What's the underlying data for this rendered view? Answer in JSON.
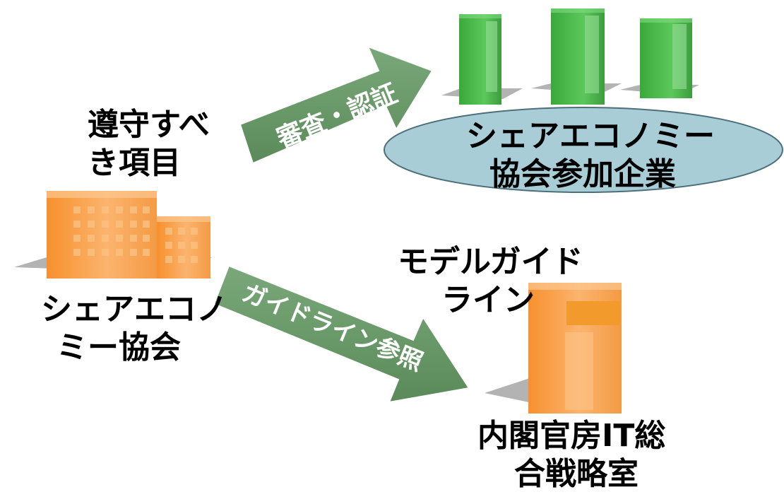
{
  "colors": {
    "green_building": "#4cb84c",
    "orange_building": "#f7a04a",
    "arrow_fill": "#6a9a6a",
    "ellipse_fill": "#a9cdd6",
    "ellipse_stroke": "#4c6f7a",
    "shadow": "#b3b3b3"
  },
  "icons": {
    "participant_buildings": "office-building-icon",
    "association_building": "office-building-icon",
    "cabinet_building": "office-tower-icon"
  },
  "texts": {
    "compliance_items": [
      "遵守すべ",
      "き項目"
    ],
    "association": [
      "シェアエコノ",
      "ミー協会"
    ],
    "participants": [
      "シェアエコノミー",
      "協会参加企業"
    ],
    "model_guideline": [
      "モデルガイド",
      "ライン"
    ],
    "cabinet_office": [
      "内閣官房IT総",
      "合戦略室"
    ],
    "arrow_review": "審査・認証",
    "arrow_guideline": "ガイドライン参照"
  }
}
